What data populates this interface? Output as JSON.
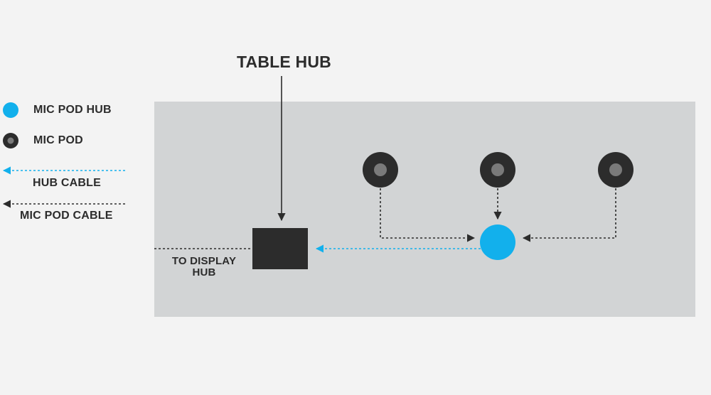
{
  "diagram": {
    "title": "TABLE HUB",
    "display_label": "TO DISPLAY HUB"
  },
  "legend": {
    "items": [
      {
        "label": "MIC POD HUB",
        "kind": "mic-pod-hub"
      },
      {
        "label": "MIC POD",
        "kind": "mic-pod"
      },
      {
        "label": "HUB CABLE",
        "kind": "hub-cable"
      },
      {
        "label": "MIC POD CABLE",
        "kind": "mic-pod-cable"
      }
    ]
  },
  "colors": {
    "background": "#f3f3f3",
    "table": "#d2d4d5",
    "dark": "#2c2c2c",
    "pod_center": "#7a7a7a",
    "accent_blue": "#12b0ec"
  }
}
